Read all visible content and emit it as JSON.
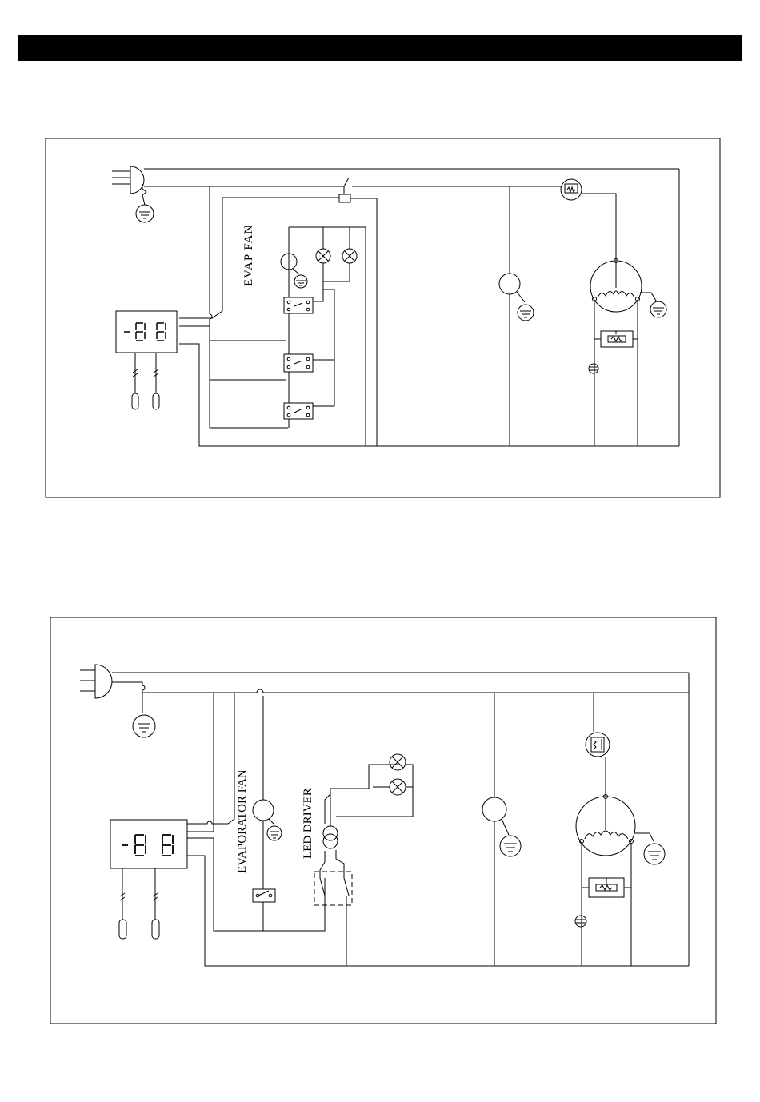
{
  "header": {
    "title": ""
  },
  "diagram1": {
    "evap_fan_label": "EVAP FAN",
    "display_text": "-",
    "display_digits": [
      "8",
      "8"
    ]
  },
  "diagram2": {
    "evap_fan_label": "EVAPORATOR FAN",
    "led_driver_label": "LED DRIVER",
    "display_text": "-",
    "display_digits": [
      "8",
      "8"
    ]
  },
  "colors": {
    "line": "#000000",
    "background": "#ffffff",
    "header": "#000000"
  }
}
